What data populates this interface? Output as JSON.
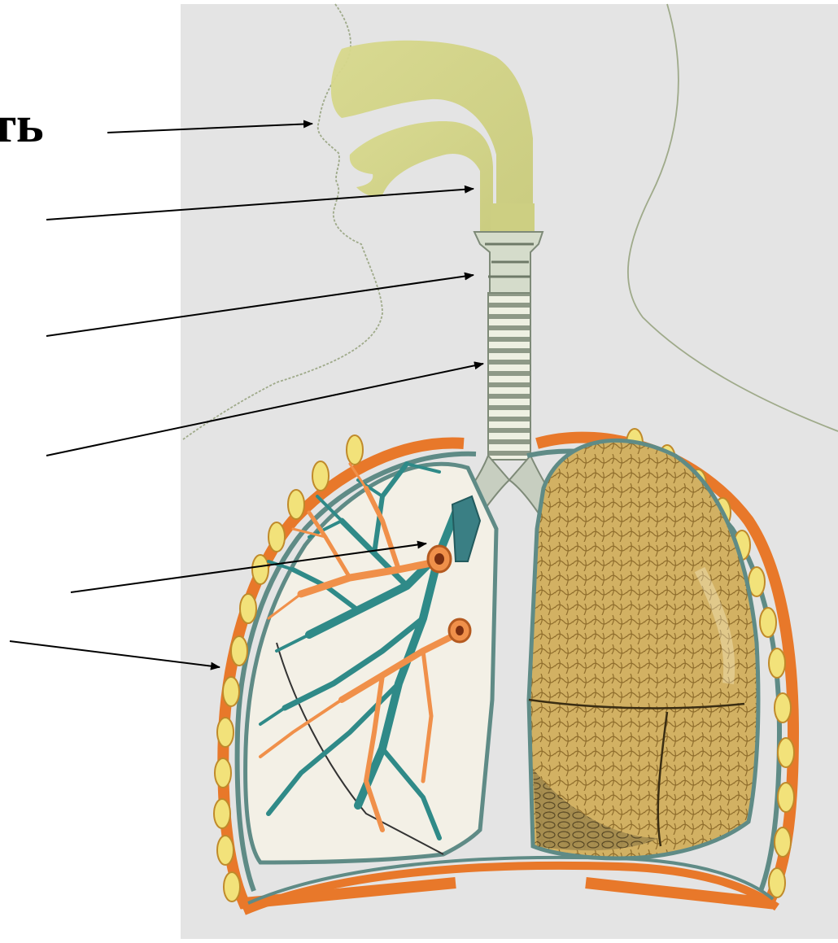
{
  "diagram": {
    "labels": [
      {
        "id": "nasal-cavity",
        "text": "сть"
      },
      {
        "id": "pharynx",
        "text": ""
      },
      {
        "id": "larynx",
        "text": ""
      },
      {
        "id": "trachea",
        "text": ""
      },
      {
        "id": "bronchi",
        "text": ""
      },
      {
        "id": "pleura",
        "text": ""
      }
    ],
    "colors": {
      "background_panel": "#e4e4e4",
      "airway_yellow": "#d9d98a",
      "trachea_ring": "#e8ecd8",
      "trachea_shadow": "#8f9a86",
      "lung_tissue": "#c8a85a",
      "lung_dark": "#8a6b2a",
      "pleura_orange": "#e8782a",
      "pleura_blue": "#5f8b86",
      "rib_yellow": "#f2e27a",
      "bronchi_orange": "#f0904a",
      "bronchi_teal": "#2f8a88"
    },
    "icons": [
      "arrow-icon"
    ]
  }
}
